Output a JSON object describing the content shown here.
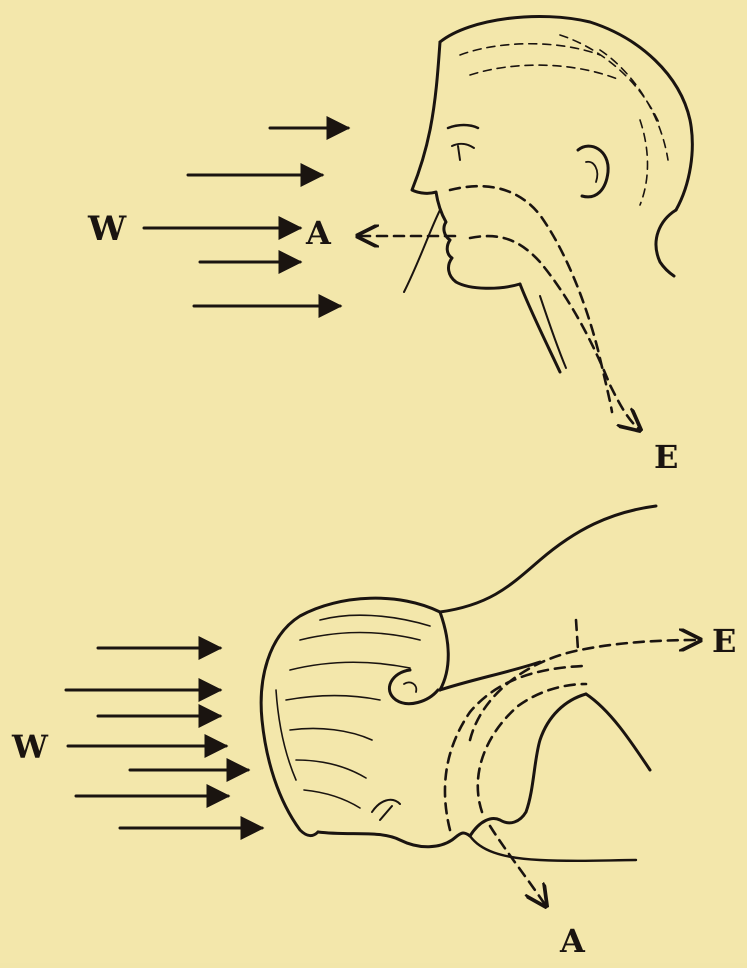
{
  "top_figure": {
    "wind_label": "W",
    "inhale_label": "A",
    "exhale_label": "E"
  },
  "bottom_figure": {
    "wind_label": "W",
    "inhale_label": "A",
    "exhale_label": "E"
  },
  "colors": {
    "paper": "#f3e7ab",
    "ink": "#1a1410"
  }
}
